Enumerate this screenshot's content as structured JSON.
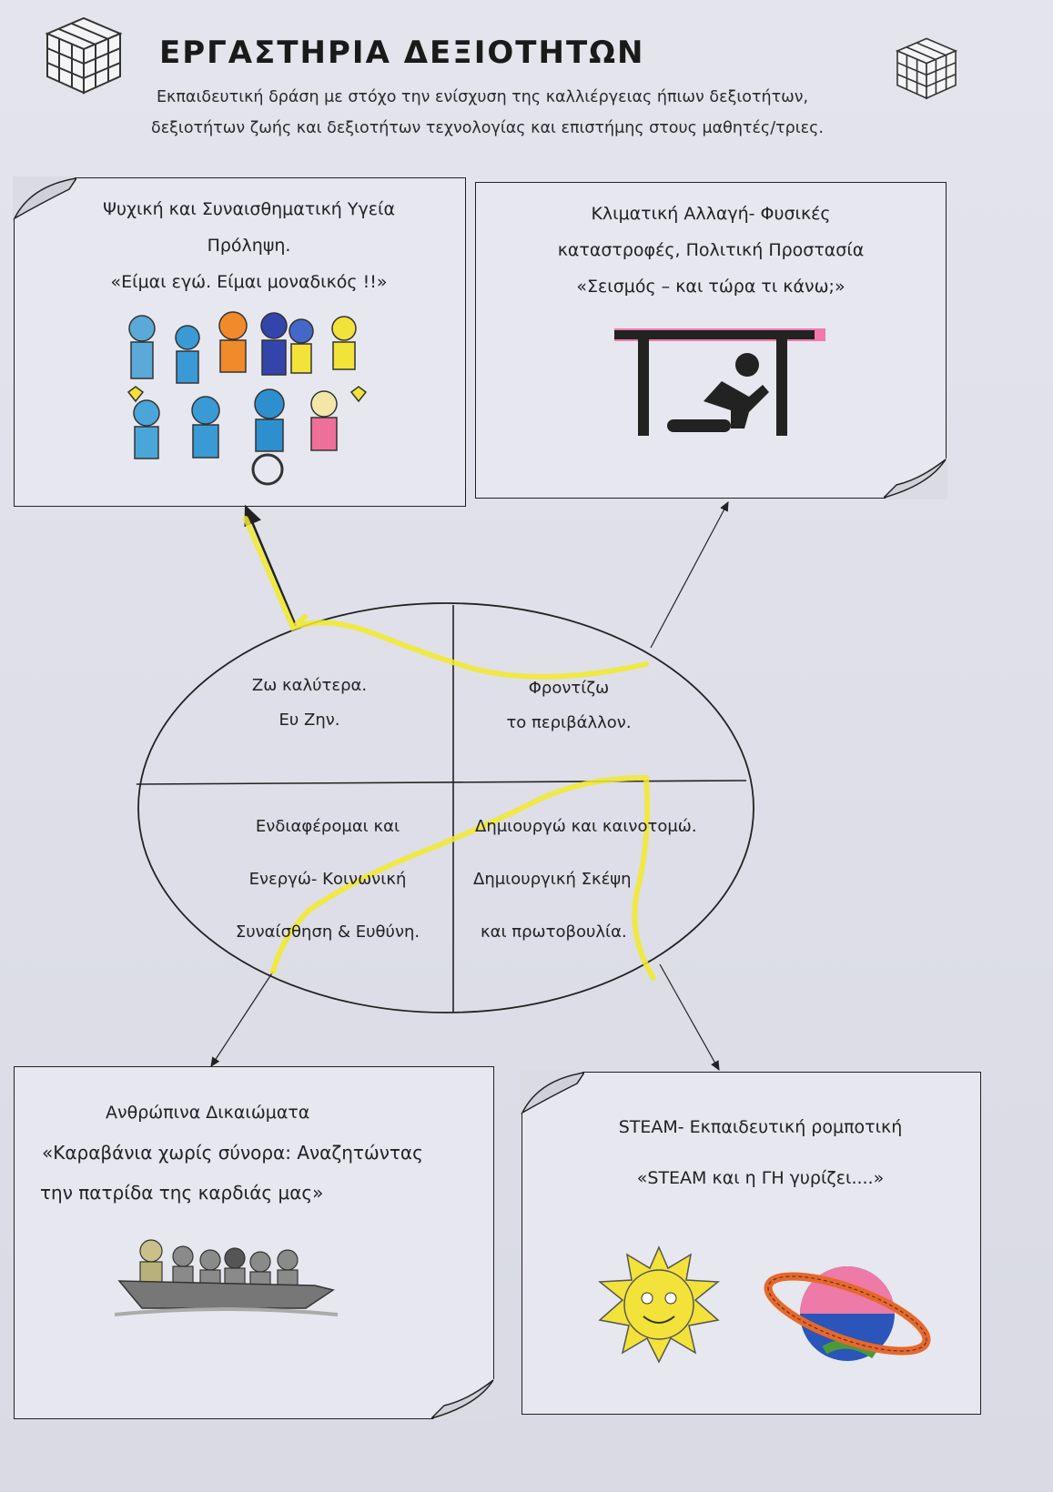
{
  "header": {
    "title": "ΕΡΓΑΣΤΗΡΙΑ ΔΕΞΙΟΤΗΤΩΝ",
    "subtitle_line1": "Εκπαιδευτική δράση με στόχο την ενίσχυση της καλλιέργειας ήπιων δεξιοτήτων,",
    "subtitle_line2": "δεξιοτήτων ζωής και δεξιοτήτων τεχνολογίας και επιστήμης στους μαθητές/τριες."
  },
  "boxes": {
    "top_left": {
      "line1": "Ψυχική και Συναισθηματική Υγεία",
      "line2": "Πρόληψη.",
      "line3": "«Είμαι εγώ. Είμαι μοναδικός !!»"
    },
    "top_right": {
      "line1": "Κλιματική Αλλαγή- Φυσικές",
      "line2": "καταστροφές, Πολιτική Προστασία",
      "line3": "«Σεισμός – και τώρα τι κάνω;»"
    },
    "bottom_left": {
      "line1": "Ανθρώπινα Δικαιώματα",
      "line2": "«Καραβάνια χωρίς σύνορα: Αναζητώντας",
      "line3": "την πατρίδα της καρδιάς μας»"
    },
    "bottom_right": {
      "line1": "STEAM- Εκπαιδευτική ρομποτική",
      "line2": "«STEAM και η ΓΗ γυρίζει....»"
    }
  },
  "ellipse": {
    "q1": {
      "line1": "Ζω καλύτερα.",
      "line2": "Ευ Ζην."
    },
    "q2": {
      "line1": "Φροντίζω",
      "line2": "το περιβάλλον."
    },
    "q3": {
      "line1": "Ενδιαφέρομαι και",
      "line2": "Ενεργώ- Κοινωνική",
      "line3": "Συναίσθηση & Ευθύνη."
    },
    "q4": {
      "line1": "Δημιουργώ και καινοτομώ.",
      "line2": "Δημιουργική Σκέψη",
      "line3": "και πρωτοβουλία."
    }
  },
  "colors": {
    "highlighter": "#f2ea2a",
    "paper": "#e2e3eb",
    "ink": "#222222"
  }
}
